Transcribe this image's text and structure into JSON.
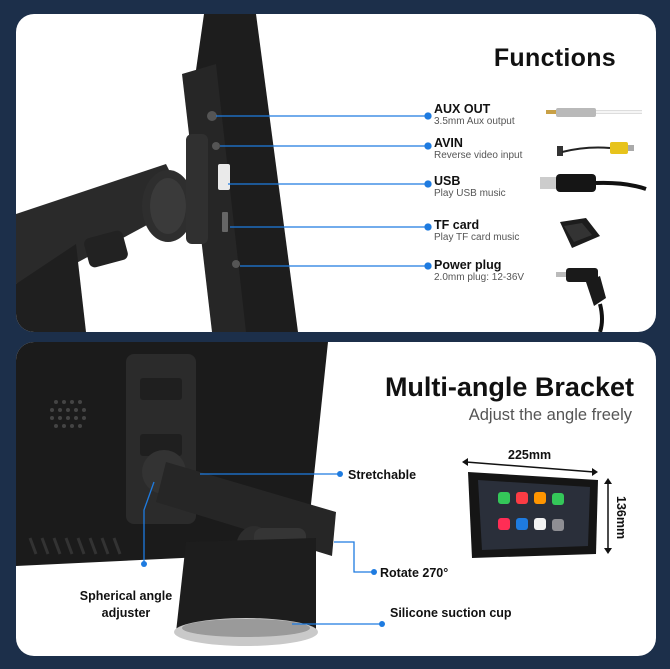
{
  "functions": {
    "title": "Functions",
    "items": [
      {
        "name": "AUX OUT",
        "desc": "3.5mm Aux output"
      },
      {
        "name": "AVIN",
        "desc": "Reverse video input"
      },
      {
        "name": "USB",
        "desc": "Play USB music"
      },
      {
        "name": "TF card",
        "desc": "Play TF card music"
      },
      {
        "name": "Power plug",
        "desc": "2.0mm plug: 12-36V"
      }
    ]
  },
  "bracket": {
    "title": "Multi-angle Bracket",
    "subtitle": "Adjust the angle freely",
    "callouts": {
      "stretchable": "Stretchable",
      "rotate": "Rotate 270°",
      "spherical_line1": "Spherical angle",
      "spherical_line2": "adjuster",
      "suction": "Silicone suction cup"
    },
    "dimensions": {
      "width": "225mm",
      "height": "136mm"
    }
  },
  "colors": {
    "background": "#1c2f4a",
    "accent": "#1e7be0",
    "device": "#1a1a1a"
  }
}
